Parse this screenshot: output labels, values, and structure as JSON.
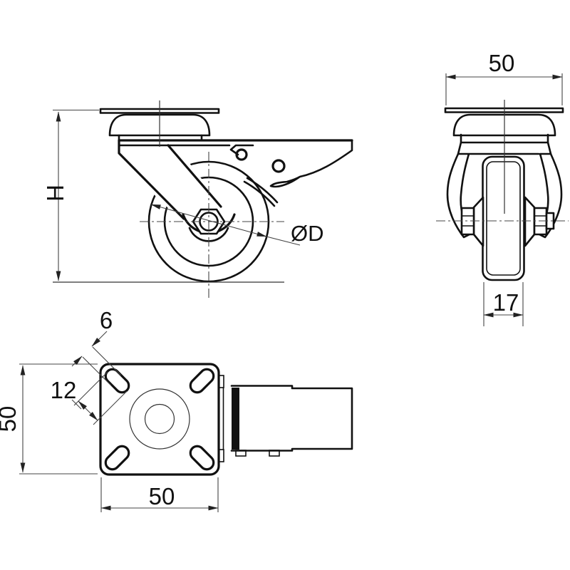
{
  "drawing": {
    "type": "technical-drawing",
    "subject": "swivel caster wheel with brake, three orthographic views",
    "labels": {
      "height": "H",
      "wheel_diameter": "ØD",
      "plate_width_front": "50",
      "wheel_width": "17",
      "slot_width": "6",
      "slot_length": "12",
      "plate_depth": "50",
      "plate_width_top": "50"
    },
    "colors": {
      "line": "#111111",
      "dim_line": "#444444",
      "background": "#ffffff"
    }
  }
}
